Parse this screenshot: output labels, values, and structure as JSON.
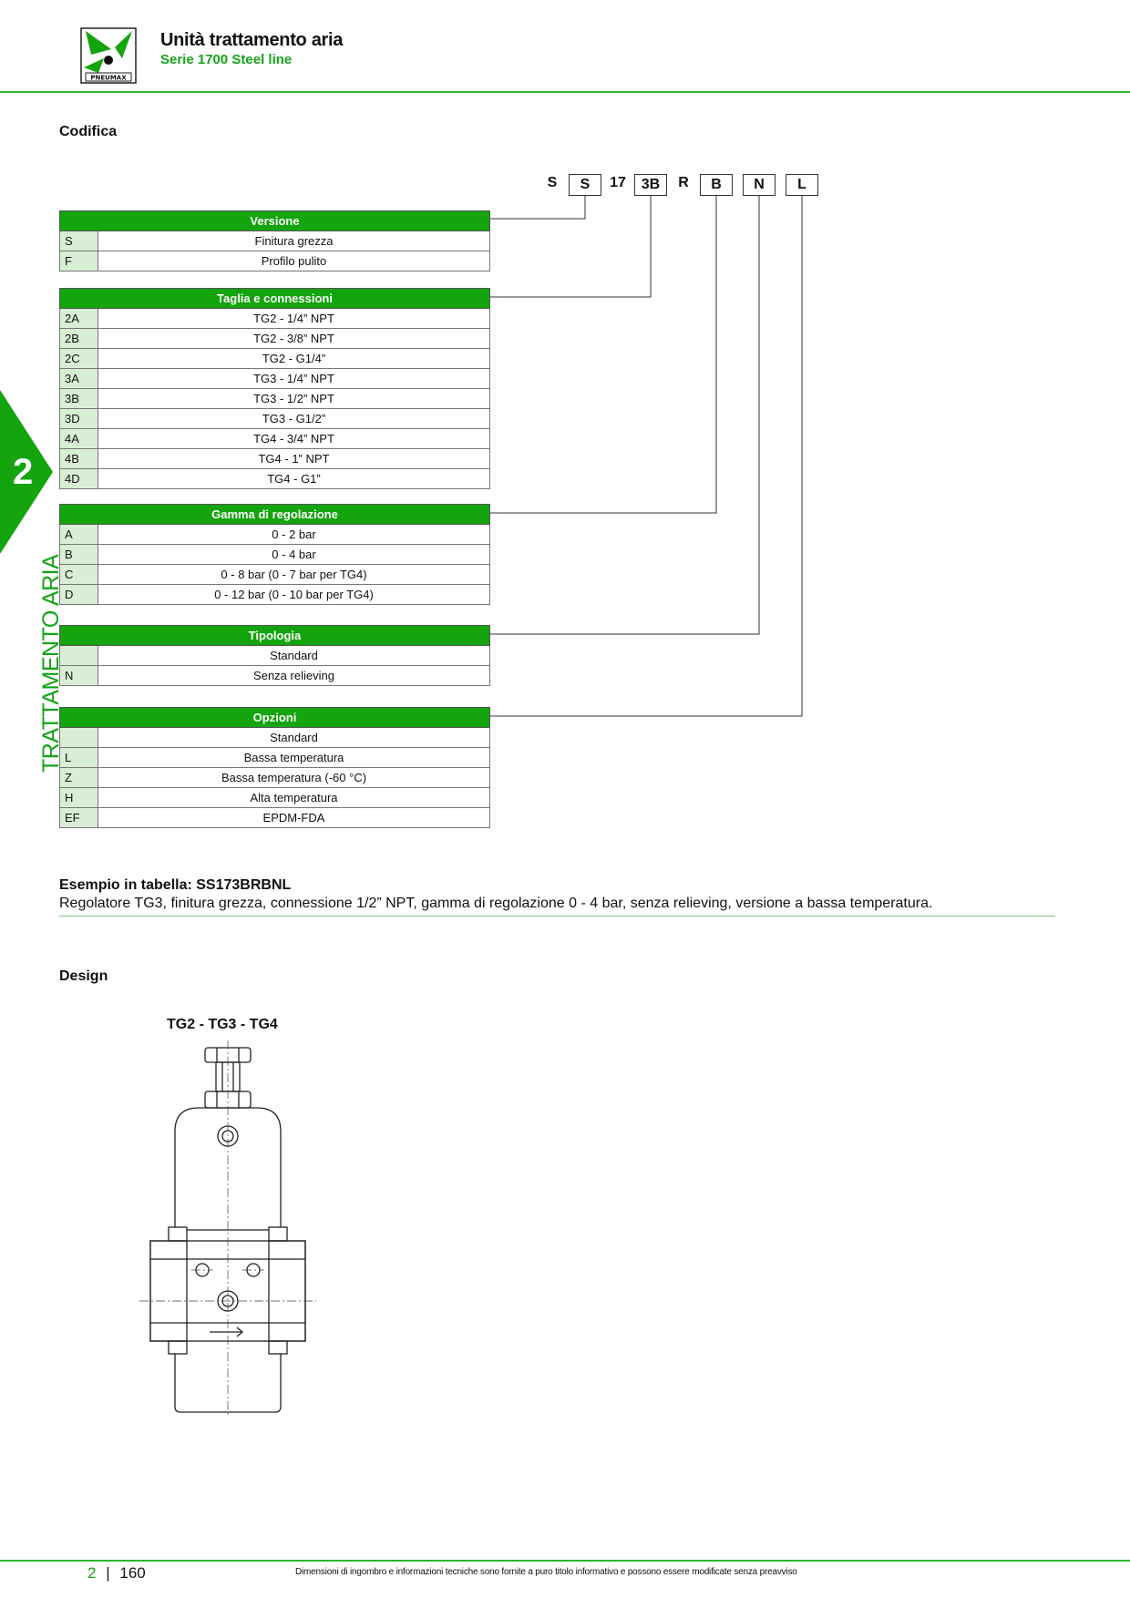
{
  "header": {
    "logo_text": "PNEUMAX",
    "title": "Unità trattamento aria",
    "subtitle": "Serie 1700 Steel line"
  },
  "side_tab": {
    "number": "2",
    "label": "TRATTAMENTO ARIA"
  },
  "codifica": {
    "title": "Codifica",
    "code": [
      {
        "text": "S",
        "boxed": false
      },
      {
        "text": "S",
        "boxed": true
      },
      {
        "text": "17",
        "boxed": false
      },
      {
        "text": "3B",
        "boxed": true
      },
      {
        "text": "R",
        "boxed": false
      },
      {
        "text": "B",
        "boxed": true
      },
      {
        "text": "N",
        "boxed": true
      },
      {
        "text": "L",
        "boxed": true
      }
    ],
    "tables": [
      {
        "header": "Versione",
        "rows": [
          [
            "S",
            "Finitura grezza"
          ],
          [
            "F",
            "Profilo pulito"
          ]
        ]
      },
      {
        "header": "Taglia e connessioni",
        "rows": [
          [
            "2A",
            "TG2 - 1/4” NPT"
          ],
          [
            "2B",
            "TG2 - 3/8” NPT"
          ],
          [
            "2C",
            "TG2 - G1/4”"
          ],
          [
            "3A",
            "TG3 - 1/4” NPT"
          ],
          [
            "3B",
            "TG3 - 1/2” NPT"
          ],
          [
            "3D",
            "TG3 - G1/2”"
          ],
          [
            "4A",
            "TG4 - 3/4” NPT"
          ],
          [
            "4B",
            "TG4 - 1” NPT"
          ],
          [
            "4D",
            "TG4 - G1”"
          ]
        ]
      },
      {
        "header": "Gamma di regolazione",
        "rows": [
          [
            "A",
            "0 - 2 bar"
          ],
          [
            "B",
            "0 - 4 bar"
          ],
          [
            "C",
            "0 - 8 bar (0 - 7 bar per TG4)"
          ],
          [
            "D",
            "0 - 12 bar (0 - 10 bar per TG4)"
          ]
        ]
      },
      {
        "header": "Tipologia",
        "rows": [
          [
            "",
            "Standard"
          ],
          [
            "N",
            "Senza relieving"
          ]
        ]
      },
      {
        "header": "Opzioni",
        "rows": [
          [
            "",
            "Standard"
          ],
          [
            "L",
            "Bassa temperatura"
          ],
          [
            "Z",
            "Bassa temperatura (-60 °C)"
          ],
          [
            "H",
            "Alta temperatura"
          ],
          [
            "EF",
            "EPDM-FDA"
          ]
        ]
      }
    ]
  },
  "example": {
    "title": "Esempio in tabella: SS173BRBNL",
    "text": "Regolatore TG3, finitura grezza, connessione 1/2” NPT, gamma di regolazione 0 - 4 bar, senza relieving, versione a bassa temperatura."
  },
  "design": {
    "title": "Design",
    "drawing_label": "TG2 - TG3 - TG4"
  },
  "footer": {
    "chapter": "2",
    "separator": "|",
    "page": "160",
    "note": "Dimensioni di ingombro e informazioni tecniche sono fornite a puro titolo informativo e possono essere modificate senza preavviso"
  },
  "colors": {
    "green": "#13a40e",
    "light_green": "#d9efd5",
    "rule": "#2db52d"
  }
}
